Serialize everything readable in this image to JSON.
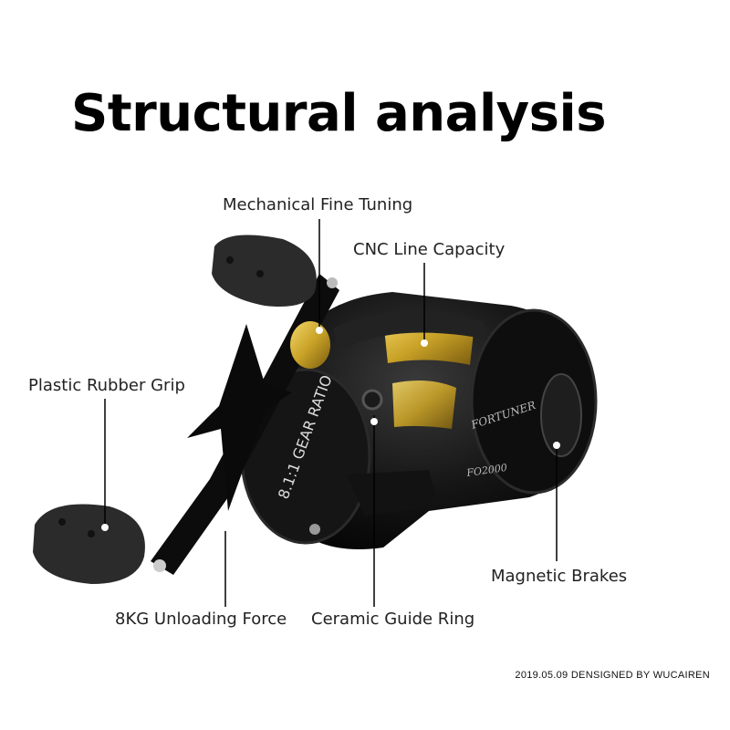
{
  "title": "Structural analysis",
  "labels": {
    "mechanical_fine_tuning": "Mechanical Fine Tuning",
    "cnc_line_capacity": "CNC Line Capacity",
    "plastic_rubber_grip": "Plastic Rubber Grip",
    "magnetic_brakes": "Magnetic Brakes",
    "unloading_force": "8KG Unloading Force",
    "ceramic_guide_ring": "Ceramic Guide Ring"
  },
  "product_markings": {
    "gear_ratio": "8.1:1 GEAR RATIO",
    "brand": "FORTUNER",
    "model": "FO2000"
  },
  "footer": "2019.05.09 DENSIGNED BY WUCAIREN",
  "colors": {
    "reel_body": "#111111",
    "spool_gold": "#c9a227",
    "pointer_line": "#000000"
  }
}
